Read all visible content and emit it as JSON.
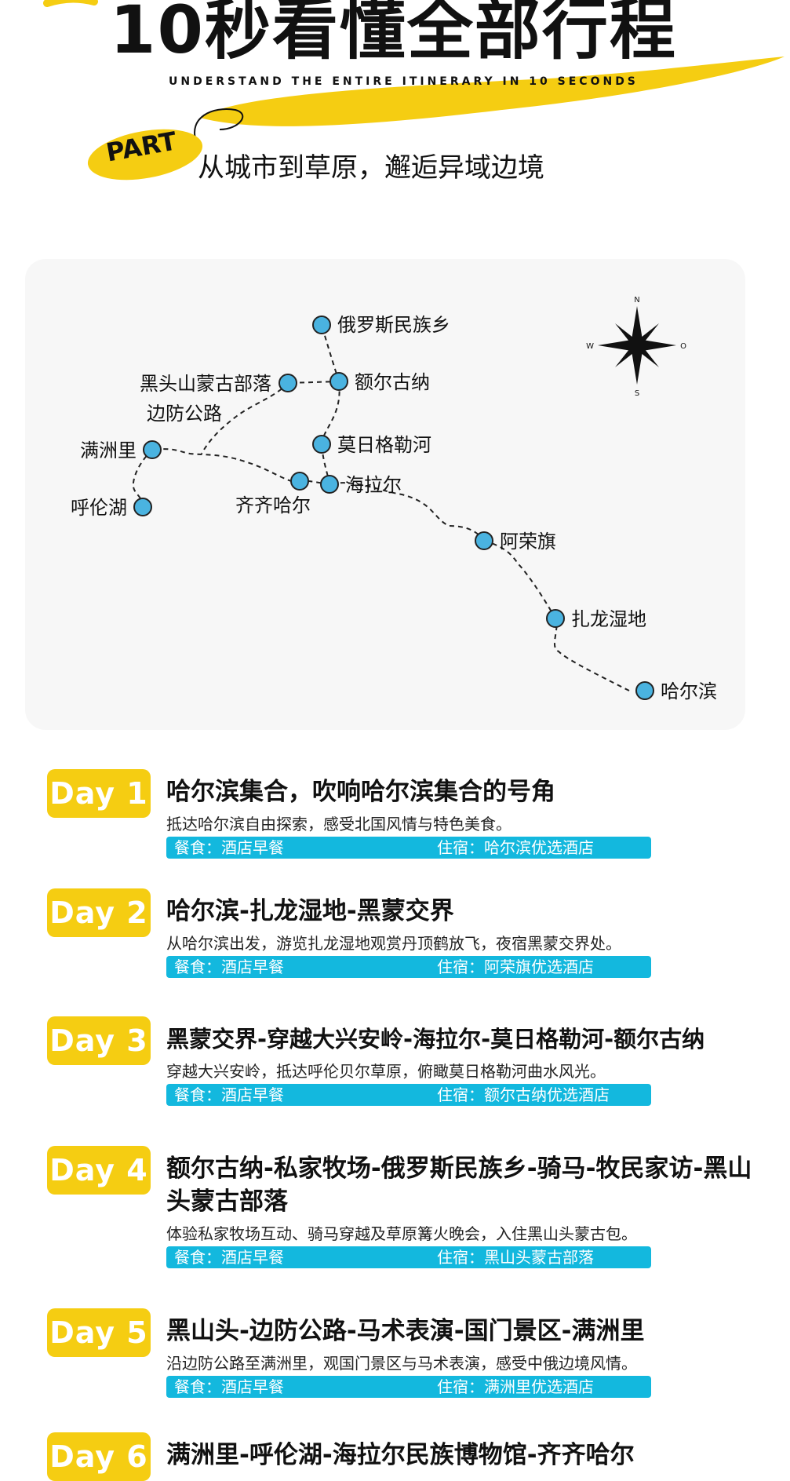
{
  "header": {
    "title": "10秒看懂全部行程",
    "subtitle": "UNDERSTAND THE ENTIRE ITINERARY IN 10 SECONDS",
    "part_label": "PART",
    "part_text": "从城市到草原，邂逅异域边境"
  },
  "colors": {
    "accent_yellow": "#f5cd12",
    "info_blue": "#13b8de",
    "node_blue": "#4ab3e0",
    "map_bg": "#f7f7f7"
  },
  "map": {
    "compass": {
      "north": "N",
      "south": "S",
      "west": "W",
      "east": "O"
    },
    "places": [
      "俄罗斯民族乡",
      "黑头山蒙古部落",
      "额尔古纳",
      "边防公路",
      "满洲里",
      "莫日格勒河",
      "海拉尔",
      "齐齐哈尔",
      "呼伦湖",
      "阿荣旗",
      "扎龙湿地",
      "哈尔滨"
    ]
  },
  "days": [
    {
      "label": "Day 1",
      "title": "哈尔滨集合，吹响哈尔滨集合的号角",
      "desc": "抵达哈尔滨自由探索，感受北国风情与特色美食。",
      "meal": "餐食：酒店早餐",
      "stay": "住宿：哈尔滨优选酒店"
    },
    {
      "label": "Day 2",
      "title": "哈尔滨-扎龙湿地-黑蒙交界",
      "desc": "从哈尔滨出发，游览扎龙湿地观赏丹顶鹤放飞，夜宿黑蒙交界处。",
      "meal": "餐食：酒店早餐",
      "stay": "住宿：阿荣旗优选酒店"
    },
    {
      "label": "Day 3",
      "title": "黑蒙交界-穿越大兴安岭-海拉尔-莫日格勒河-额尔古纳",
      "desc": "穿越大兴安岭，抵达呼伦贝尔草原，俯瞰莫日格勒河曲水风光。",
      "meal": "餐食：酒店早餐",
      "stay": "住宿：额尔古纳优选酒店"
    },
    {
      "label": "Day 4",
      "title": "额尔古纳-私家牧场-俄罗斯民族乡-骑马-牧民家访-黑山头蒙古部落",
      "desc": "体验私家牧场互动、骑马穿越及草原篝火晚会，入住黑山头蒙古包。",
      "meal": "餐食：酒店早餐",
      "stay": "住宿：黑山头蒙古部落"
    },
    {
      "label": "Day 5",
      "title": "黑山头-边防公路-马术表演-国门景区-满洲里",
      "desc": "沿边防公路至满洲里，观国门景区与马术表演，感受中俄边境风情。",
      "meal": "餐食：酒店早餐",
      "stay": "住宿：满洲里优选酒店"
    },
    {
      "label": "Day 6",
      "title": "满洲里-呼伦湖-海拉尔民族博物馆-齐齐哈尔"
    }
  ]
}
